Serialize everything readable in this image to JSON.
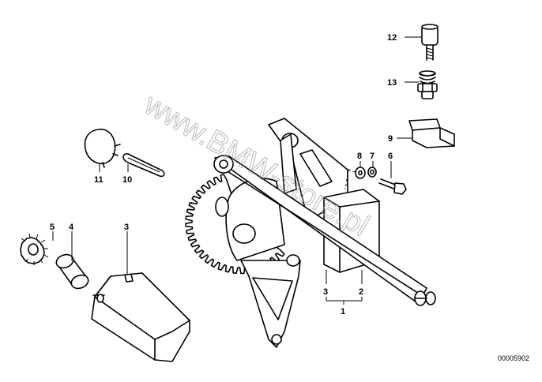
{
  "watermark": "www.BMW-store.pl",
  "diagram_code": "00005902",
  "callouts": {
    "n1": "1",
    "n2": "2",
    "n3a": "3",
    "n3b": "3",
    "n4": "4",
    "n5": "5",
    "n6": "6",
    "n7": "7",
    "n8": "8",
    "n9": "9",
    "n10": "10",
    "n11": "11",
    "n12": "12",
    "n13": "13"
  }
}
